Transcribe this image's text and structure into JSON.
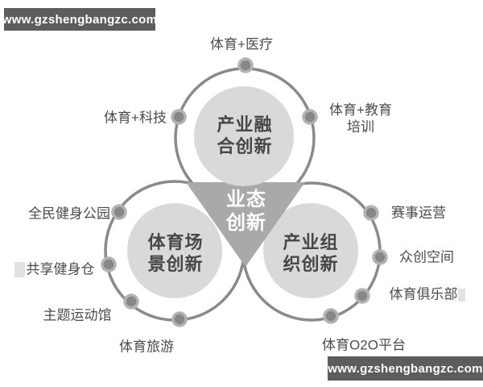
{
  "watermark": {
    "text": "www.gzshengbangzc.com"
  },
  "center_triangle": {
    "line1": "业态",
    "line2": "创新"
  },
  "circles": {
    "top": {
      "title_line1": "产业融",
      "title_line2": "合创新"
    },
    "left": {
      "title_line1": "体育场",
      "title_line2": "景创新"
    },
    "right": {
      "title_line1": "产业组",
      "title_line2": "织创新"
    }
  },
  "labels": {
    "medical": "体育+医疗",
    "tech": "体育+科技",
    "education_line1": "体育+教育",
    "education_line2": "培训",
    "fitness_park": "全民健身公园",
    "shared_gym": "共享健身仓",
    "theme_stadium": "主题运动馆",
    "sports_tourism": "体育旅游",
    "event_operation": "赛事运营",
    "maker_space": "众创空间",
    "sports_club": "体育俱乐部",
    "o2o_platform": "体育O2O平台"
  },
  "colors": {
    "ring_stroke": "#8a8a8a",
    "inner_circle_fill": "#d9d9d9",
    "triangle_fill": "#a9a9a9",
    "dot_core": "#878787",
    "dot_halo": "#b3b3b3",
    "label_text": "#4b4b4b",
    "title_text": "#474747",
    "triangle_text": "#ffffff",
    "watermark_bg": "#5d5d5d",
    "watermark_text": "#ffffff"
  }
}
